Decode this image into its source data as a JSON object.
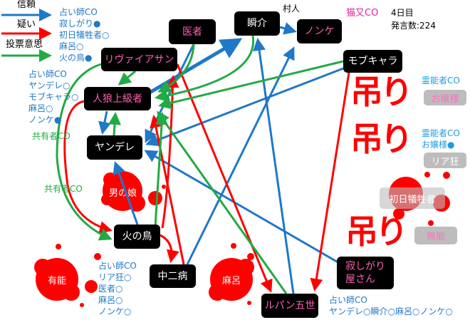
{
  "legend": {
    "trust": "信頼",
    "doubt": "疑い",
    "vote": "投票意思",
    "colors": {
      "trust": "#1f78c8",
      "doubt": "#ff0000",
      "vote": "#22aa44"
    }
  },
  "status": {
    "day": "4日目",
    "posts": "発言数:224",
    "nekomata": "猫又CO",
    "villager": "村人"
  },
  "nodes": {
    "isha": "医者",
    "shunsuke": "瞬介",
    "nonke": "ノンケ",
    "leviathan": "リヴァイアサン",
    "mob": "モブキャラ",
    "jinro": "人狼上級者",
    "yandere": "ヤンデレ",
    "hinotori": "火の鳥",
    "chuuni": "中二病",
    "lupin": "ルパン五世",
    "sabishigari": "寂しがり屋さん"
  },
  "dead": {
    "otokonoko": "男の娘",
    "yuunou": "有能",
    "maro": "麻呂",
    "shonichi": "初日犠牲者",
    "munou": "無能",
    "ojousama": "お嬢様",
    "riajuu": "リア狂",
    "hang": "吊り"
  },
  "notes": {
    "top": [
      "占い師CO",
      "寂しがり●",
      "初日犠牲者○",
      "麻呂○",
      "火の鳥●"
    ],
    "left": [
      "占い師CO",
      "ヤンデレ○",
      "モブキャラ○",
      "麻呂○",
      "ノンケ●"
    ],
    "share1": "共有者CO",
    "share2": "共有者CO",
    "medium1": "霊能者CO",
    "medium2": [
      "霊能者CO",
      "お嬢様●"
    ],
    "bottom_left": [
      "占い師CO",
      "リア狂○",
      "医者○",
      "麻呂○",
      "ノンケ○"
    ],
    "bottom_right": [
      "占い師CO",
      "ヤンデレ○瞬介○麻呂○ノンケ○"
    ]
  }
}
